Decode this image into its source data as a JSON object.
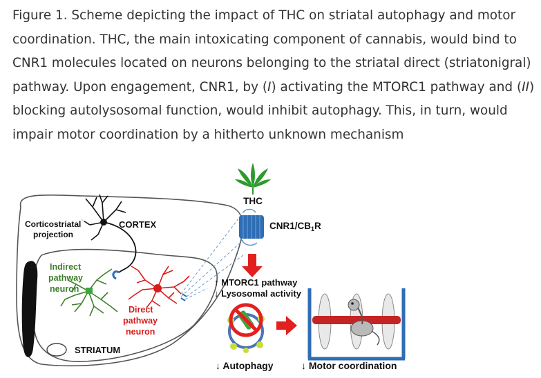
{
  "caption": {
    "part1": "Figure 1. Scheme depicting the impact of THC on striatal autophagy and motor coordination. THC, the main intoxicating component of cannabis, would bind to CNR1 molecules located on neurons belonging to the striatal direct (striatonigral) pathway. Upon engagement, CNR1, by (",
    "roman_i": "I",
    "part2": ") activating the MTORC1 pathway and (",
    "roman_ii": "II",
    "part3": ") blocking autolysosomal function, would inhibit autophagy. This, in turn, would impair motor coordination by a hitherto unknown mechanism"
  },
  "diagram": {
    "thc_label": "THC",
    "receptor_label_main": "CNR1/CB",
    "receptor_label_sub": "1",
    "receptor_label_end": "R",
    "corticostriatal_line1": "Corticostriatal",
    "corticostriatal_line2": "projection",
    "cortex_label": "CORTEX",
    "indirect_line1": "Indirect",
    "indirect_line2": "pathway",
    "indirect_line3": "neuron",
    "direct_line1": "Direct",
    "direct_line2": "pathway",
    "direct_line3": "neuron",
    "striatum_label": "STRIATUM",
    "mtorc1_label": "↑ MTORC1 pathway",
    "lysosomal_label": "↓ Lysosomal activity",
    "autophagy_label": "↓ Autophagy",
    "motor_label": "↓ Motor coordination",
    "colors": {
      "leaf": "#2e9a2e",
      "receptor": "#2f6db5",
      "red_arrow": "#e22020",
      "direct_neuron": "#d81c1c",
      "indirect_neuron": "#3c7f2a",
      "text_green": "#3c7f2a",
      "text_red": "#d81c1c"
    }
  }
}
